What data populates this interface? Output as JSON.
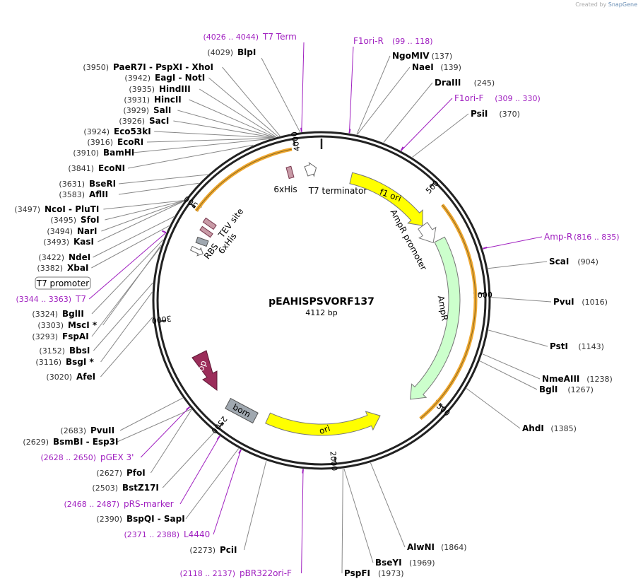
{
  "credit": {
    "text": "Created by",
    "brand": "SnapGene"
  },
  "plasmid": {
    "name": "pEAHISPSVORF137",
    "size_label": "4112 bp",
    "length": 4112
  },
  "ticks": [
    "500",
    "1000",
    "1500",
    "2000",
    "2500",
    "3000",
    "3500",
    "4000"
  ],
  "colors": {
    "backbone": "#222222",
    "enzyme_text": "#000000",
    "pos_text": "#333333",
    "primer": "#a020c0",
    "leader": "#888888",
    "orf_outline": "#f0a830",
    "f1ori": "#ffff00",
    "ori": "#ffff00",
    "ampr": "#ccffcc",
    "rop": "#9b2d5a",
    "bom": "#a0a8b0",
    "promoter": "#ffffff",
    "tag": "#c89aa6",
    "rbs": "#a0a8b0"
  },
  "features": [
    {
      "label": "f1 ori",
      "start": 155,
      "end": 611,
      "dir": 1,
      "color": "#ffff00"
    },
    {
      "label": "AmpR promoter",
      "start": 612,
      "end": 716,
      "dir": 1,
      "color": "#ffffff"
    },
    {
      "label": "AmpR",
      "start": 717,
      "end": 1577,
      "dir": 1,
      "color": "#ccffcc"
    },
    {
      "label": "ori",
      "start": 1748,
      "end": 2336,
      "dir": -1,
      "color": "#ffff00"
    },
    {
      "label": "T7 terminator",
      "start": 4050,
      "end": 4097,
      "dir": 1,
      "color": "#ffffff"
    }
  ],
  "lower_labels": {
    "rop": "rop",
    "bom": "bom",
    "6xHis_top": "6xHis",
    "6xHis_left": "6xHis",
    "TEV": "TEV site",
    "RBS": "RBS",
    "T7_promoter": "T7 promoter"
  },
  "right_labels": [
    {
      "name": "NgoMIV",
      "pos": "(137)"
    },
    {
      "name": "NaeI",
      "pos": "(139)"
    },
    {
      "name": "DraIII",
      "pos": "(245)"
    },
    {
      "name": "F1ori-F",
      "pos": "(309 .. 330)",
      "primer": true
    },
    {
      "name": "PsiI",
      "pos": "(370)"
    },
    {
      "name": "Amp-R",
      "pos": "(816 .. 835)",
      "primer": true
    },
    {
      "name": "ScaI",
      "pos": "(904)"
    },
    {
      "name": "PvuI",
      "pos": "(1016)"
    },
    {
      "name": "PstI",
      "pos": "(1143)"
    },
    {
      "name": "NmeAIII",
      "pos": "(1238)"
    },
    {
      "name": "BglI",
      "pos": "(1267)"
    },
    {
      "name": "AhdI",
      "pos": "(1385)"
    },
    {
      "name": "AlwNI",
      "pos": "(1864)"
    },
    {
      "name": "BseYI",
      "pos": "(1969)"
    },
    {
      "name": "PspFI",
      "pos": "(1973)"
    }
  ],
  "left_labels": [
    {
      "pos": "(3950)",
      "name": "PaeR7I",
      "extra": "- PspXI  - XhoI"
    },
    {
      "pos": "(3942)",
      "name": "EagI",
      "extra": "- NotI"
    },
    {
      "pos": "(3935)",
      "name": "HindIII"
    },
    {
      "pos": "(3931)",
      "name": "HincII"
    },
    {
      "pos": "(3929)",
      "name": "SalI"
    },
    {
      "pos": "(3926)",
      "name": "SacI"
    },
    {
      "pos": "(3924)",
      "name": "Eco53kI"
    },
    {
      "pos": "(3916)",
      "name": "EcoRI"
    },
    {
      "pos": "(3910)",
      "name": "BamHI"
    },
    {
      "pos": "(3841)",
      "name": "EcoNI"
    },
    {
      "pos": "(3631)",
      "name": "BseRI"
    },
    {
      "pos": "(3583)",
      "name": "AflII"
    },
    {
      "pos": "(3497)",
      "name": "NcoI",
      "extra": "- PluTI"
    },
    {
      "pos": "(3495)",
      "name": "SfoI"
    },
    {
      "pos": "(3494)",
      "name": "NarI"
    },
    {
      "pos": "(3493)",
      "name": "KasI"
    },
    {
      "pos": "(3422)",
      "name": "NdeI"
    },
    {
      "pos": "(3382)",
      "name": "XbaI"
    },
    {
      "pos": "(3344 .. 3363)",
      "name": "T7",
      "primer": true
    },
    {
      "pos": "(3324)",
      "name": "BglII"
    },
    {
      "pos": "(3303)",
      "name": "MscI *"
    },
    {
      "pos": "(3293)",
      "name": "FspAI"
    },
    {
      "pos": "(3152)",
      "name": "BbsI"
    },
    {
      "pos": "(3116)",
      "name": "BsgI *"
    },
    {
      "pos": "(3020)",
      "name": "AfeI"
    },
    {
      "pos": "(2683)",
      "name": "PvuII"
    },
    {
      "pos": "(2629)",
      "name": "BsmBI",
      "extra": "- Esp3I"
    },
    {
      "pos": "(2628 .. 2650)",
      "name": "pGEX 3'",
      "primer": true
    },
    {
      "pos": "(2627)",
      "name": "PfoI"
    },
    {
      "pos": "(2503)",
      "name": "BstZ17I"
    },
    {
      "pos": "(2468 .. 2487)",
      "name": "pRS-marker",
      "primer": true
    },
    {
      "pos": "(2390)",
      "name": "BspQI",
      "extra": "- SapI"
    },
    {
      "pos": "(2371 .. 2388)",
      "name": "L4440",
      "primer": true
    },
    {
      "pos": "(2273)",
      "name": "PciI"
    },
    {
      "pos": "(2118 .. 2137)",
      "name": "pBR322ori-F",
      "primer": true
    }
  ],
  "top_labels": [
    {
      "pos": "(4026 .. 4044)",
      "name": "T7 Term",
      "primer": true
    },
    {
      "pos": "(4029)",
      "name": "BlpI"
    },
    {
      "pos": "(99 .. 118)",
      "name": "F1ori-R",
      "primer": true
    }
  ]
}
